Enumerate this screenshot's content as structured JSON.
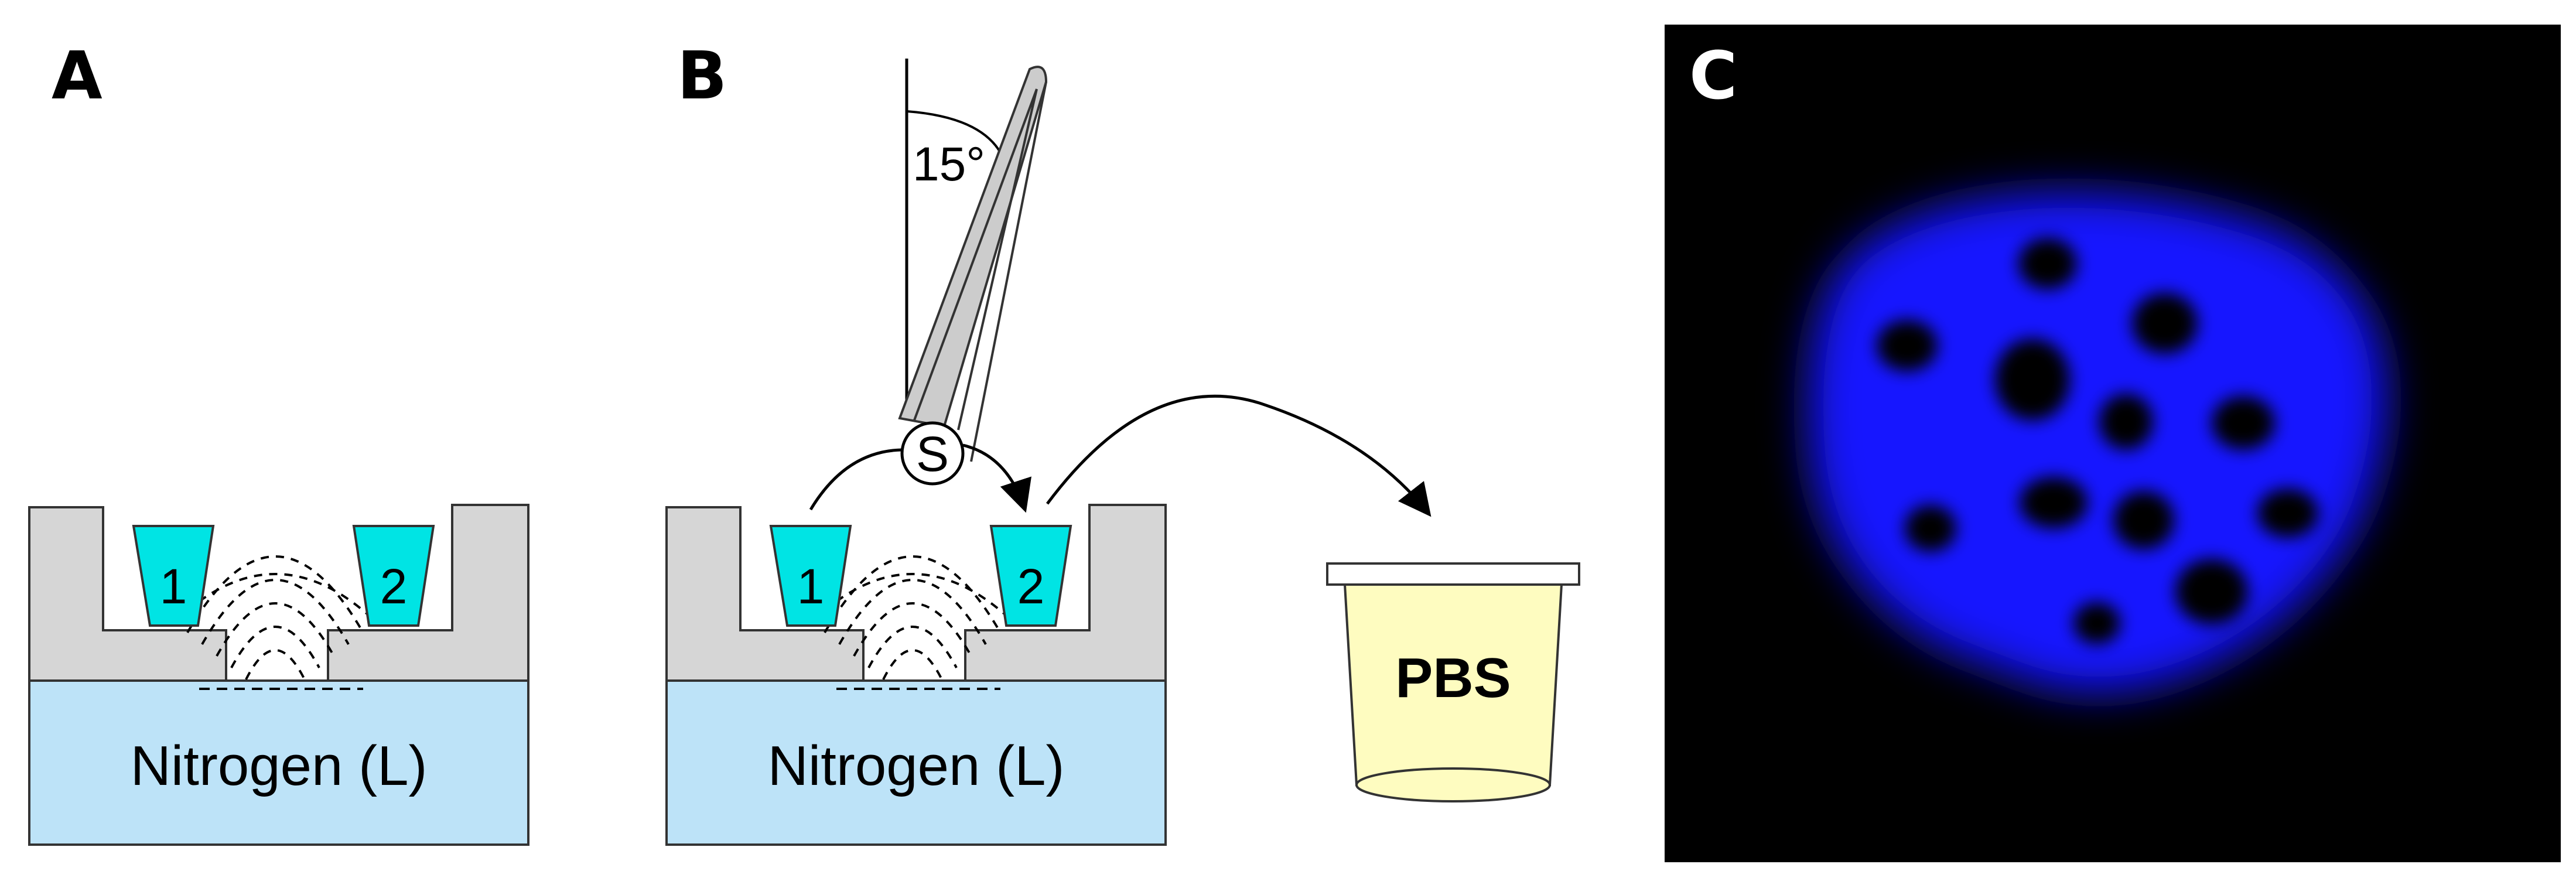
{
  "panels": {
    "a": {
      "letter": "A",
      "vial_1_label": "1",
      "vial_2_label": "2",
      "bath_label": "Nitrogen (L)"
    },
    "b": {
      "letter": "B",
      "angle_label": "15°",
      "sample_label": "S",
      "vial_1_label": "1",
      "vial_2_label": "2",
      "bath_label": "Nitrogen (L)",
      "cup_label": "PBS"
    },
    "c": {
      "letter": "C"
    }
  },
  "colors": {
    "vial": "#00e4e4",
    "holder": "#d6d6d6",
    "nitrogen": "#bde3f8",
    "cup": "#fefcc0",
    "nucleus": "#1414ff",
    "background_dark": "#000000"
  }
}
